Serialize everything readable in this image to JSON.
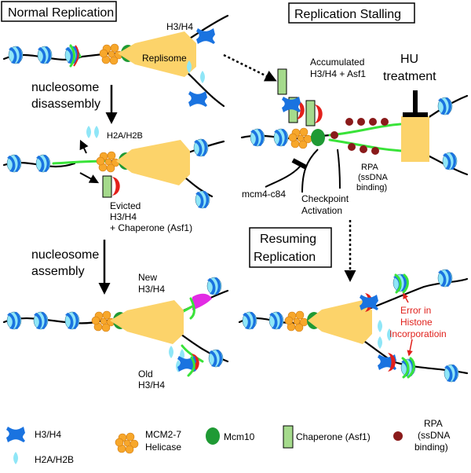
{
  "panels": {
    "normal": "Normal Replication",
    "stalling": "Replication Stalling",
    "resuming_l1": "Resuming",
    "resuming_l2": "Replication"
  },
  "labels": {
    "h3h4_top": "H3/H4",
    "replisome": "Replisome",
    "disassembly_l1": "nucleosome",
    "disassembly_l2": "disassembly",
    "h2ah2b": "H2A/H2B",
    "evicted_l1": "Evicted",
    "evicted_l2": "H3/H4",
    "evicted_l3": "+ Chaperone (Asf1)",
    "assembly_l1": "nucleosome",
    "assembly_l2": "assembly",
    "new_l1": "New",
    "new_l2": "H3/H4",
    "old_l1": "Old",
    "old_l2": "H3/H4",
    "accum_l1": "Accumulated",
    "accum_l2": "H3/H4 + Asf1",
    "hu_l1": "HU",
    "hu_l2": "treatment",
    "rpa_l1": "RPA",
    "rpa_l2": "(ssDNA",
    "rpa_l3": "binding)",
    "mcm4": "mcm4-c84",
    "checkpoint_l1": "Checkpoint",
    "checkpoint_l2": "Activation",
    "error_l1": "Error in",
    "error_l2": "Histone",
    "error_l3": "Incorporatioin"
  },
  "legend": {
    "h3h4": "H3/H4",
    "h2ah2b": "H2A/H2B",
    "helicase_l1": "MCM2-7",
    "helicase_l2": "Helicase",
    "mcm10": "Mcm10",
    "chaperone": "Chaperone (Asf1)",
    "rpa_l1": "RPA",
    "rpa_l2": "(ssDNA",
    "rpa_l3": "binding)"
  },
  "colors": {
    "h3h4": "#1a73e0",
    "h2ah2b": "#8fe6f7",
    "helicase": "#f7a72b",
    "mcm10": "#1f9a34",
    "chaperone": "#a5da8c",
    "asf1_red": "#e3201b",
    "new_histone": "#e22be4",
    "rpa": "#8a1a1a",
    "replisome": "#fcd36a",
    "error_text": "#e0201b"
  }
}
